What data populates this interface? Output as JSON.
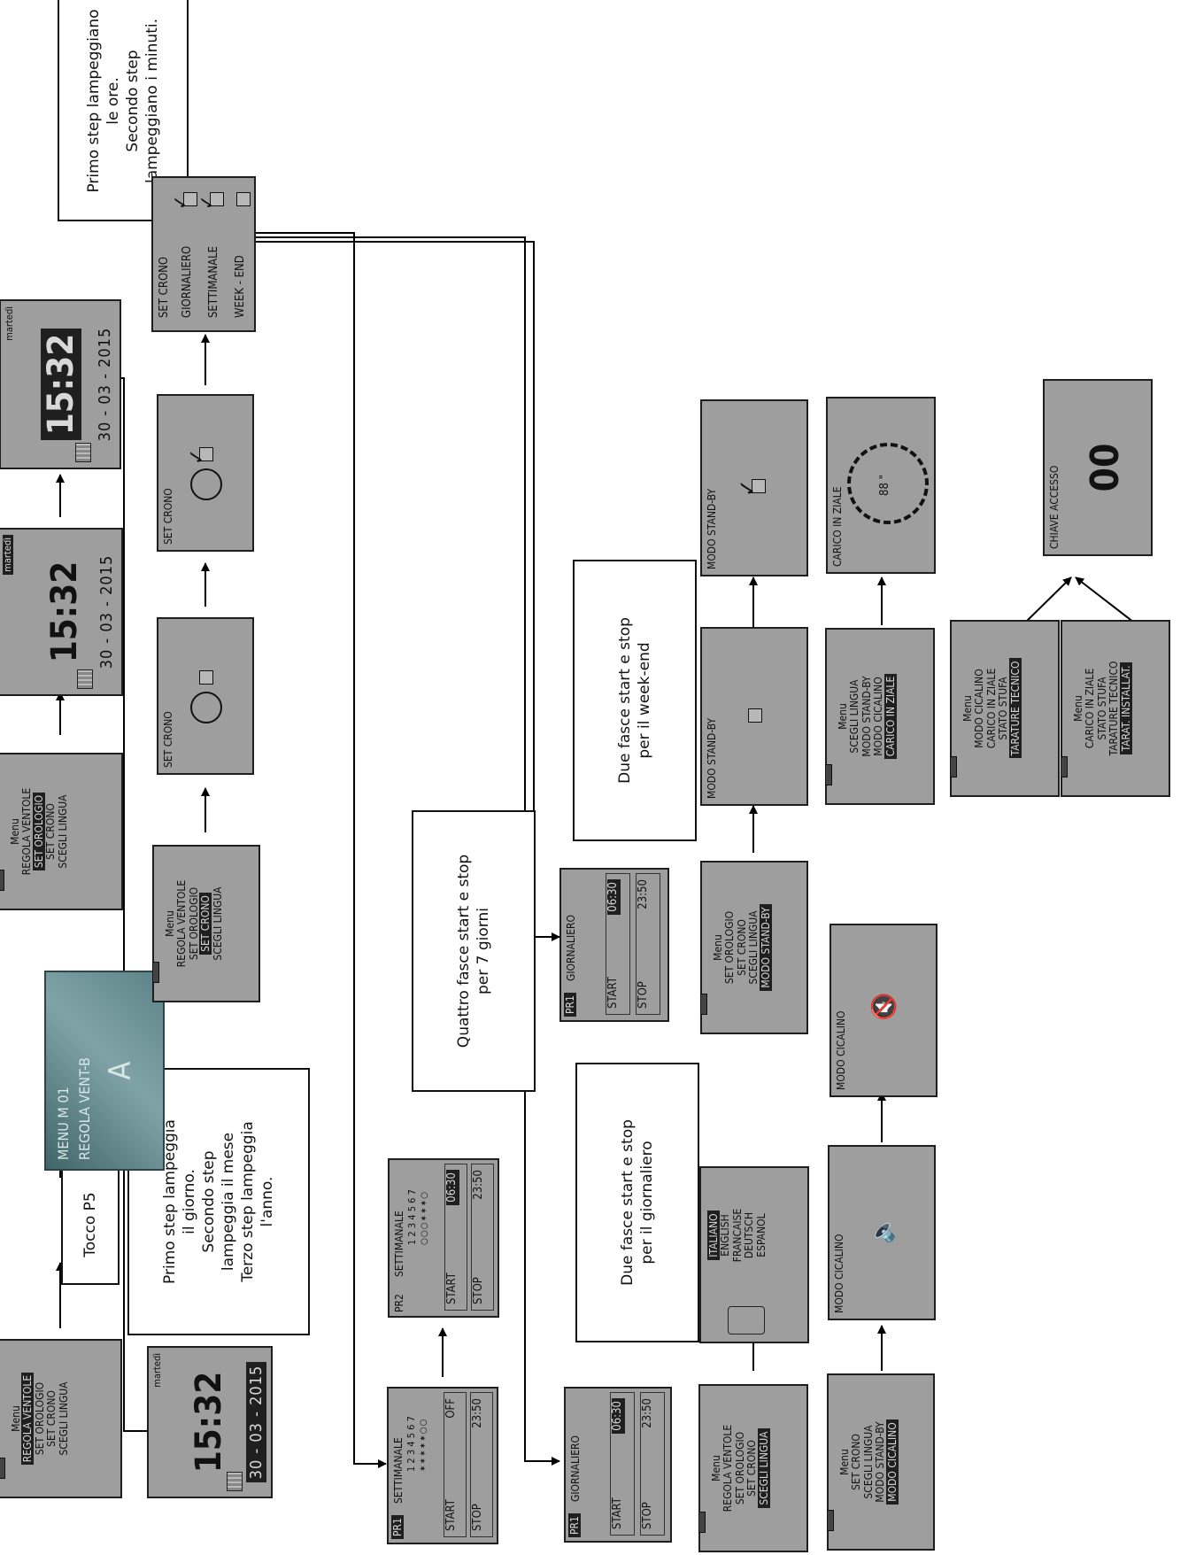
{
  "notes": {
    "tocco_p5": "Tocco P5",
    "clock_time_steps": "Primo step lampeggiano\nle ore.\nSecondo step\nlampeggiano i minuti.",
    "date_steps": "Primo step lampeggia\nil giorno.\nSecondo step\nlampeggia il mese\nTerzo step lampeggia\nl'anno.",
    "weekly_note": "Quattro fasce start e stop\nper 7 giorni",
    "daily_note": "Due fasce start e stop\nper il giornaliero",
    "weekend_note": "Due fasce start e stop\nper il week-end"
  },
  "screens": {
    "menu_main": {
      "title": "Menu",
      "items": [
        "REGOLA VENTOLE",
        "SET OROLOGIO",
        "SET CRONO",
        "SCEGLI LINGUA"
      ],
      "selected": 0
    },
    "photo_display": {
      "line1": "MENU M   01",
      "line2": "REGOLA VENT-B",
      "line3": "A"
    },
    "menu_orologio": {
      "title": "Menu",
      "items": [
        "REGOLA VENTOLE",
        "SET OROLOGIO",
        "SET CRONO",
        "SCEGLI LINGUA"
      ],
      "selected": 1
    },
    "clock_a": {
      "weekday": "martedì",
      "time": "15:32",
      "date": "30 - 03 - 2015"
    },
    "clock_b": {
      "weekday": "martedì",
      "time": "15:32",
      "date": "30 - 03 - 2015"
    },
    "clock_c": {
      "weekday": "martedì",
      "time": "15:32",
      "date": "30 - 03 - 2015"
    },
    "menu_crono": {
      "title": "Menu",
      "items": [
        "REGOLA VENTOLE",
        "SET OROLOGIO",
        "SET CRONO",
        "SCEGLI LINGUA"
      ],
      "selected": 2
    },
    "set_crono_off": {
      "title": "SET CRONO"
    },
    "set_crono_on": {
      "title": "SET CRONO"
    },
    "set_crono_list": {
      "items": [
        "SET CRONO",
        "GIORNALIERO",
        "SETTIMANALE",
        "WEEK - END"
      ]
    },
    "settimanale_pr1": {
      "badge": "PR1",
      "title": "SETTIMANALE",
      "days": "1 2 3 4 5 6 7",
      "marks": "✶✶✶✶✶○○",
      "start_label": "START",
      "start_value": "OFF",
      "stop_label": "STOP",
      "stop_value": "23:50"
    },
    "settimanale_pr2": {
      "badge": "PR2",
      "title": "SETTIMANALE",
      "days": "1 2 3 4 5 6 7",
      "marks": "○○○✶✶✶○",
      "start_label": "START",
      "start_value": "06:30",
      "stop_label": "STOP",
      "stop_value": "23:50"
    },
    "giornaliero_a": {
      "badge": "PR1",
      "title": "GIORNALIERO",
      "start_label": "START",
      "start_value": "06:30",
      "stop_label": "STOP",
      "stop_value": "23:50"
    },
    "giornaliero_b": {
      "badge": "PR1",
      "title": "GIORNALIERO",
      "start_label": "START",
      "start_value": "06:30",
      "stop_label": "STOP",
      "stop_value": "23:50"
    },
    "menu_lingua": {
      "title": "Menu",
      "items": [
        "REGOLA VENTOLE",
        "SET OROLOGIO",
        "SET CRONO",
        "SCEGLI LINGUA"
      ],
      "selected": 3
    },
    "languages": {
      "items": [
        "ITALIANO",
        "ENGLISH",
        "FRANCAISE",
        "DEUTSCH",
        "ESPANOL"
      ],
      "selected": 0
    },
    "menu_standby": {
      "title": "Menu",
      "items": [
        "SET OROLOGIO",
        "SET CRONO",
        "SCEGLI LINGUA",
        "MODO STAND-BY"
      ],
      "selected": 3
    },
    "standby_off": {
      "title": "MODO STAND-BY"
    },
    "standby_on": {
      "title": "MODO STAND-BY"
    },
    "menu_cicalino": {
      "title": "Menu",
      "items": [
        "SET CRONO",
        "SCEGLI LINGUA",
        "MODO STAND-BY",
        "MODO CICALINO"
      ],
      "selected": 3
    },
    "cicalino_on": {
      "title": "MODO CICALINO"
    },
    "cicalino_off": {
      "title": "MODO CICALINO"
    },
    "menu_carico": {
      "title": "Menu",
      "items": [
        "SCEGLI LINGUA",
        "MODO STAND-BY",
        "MODO CICALINO",
        "CARICO IN ZIALE"
      ],
      "selected": 3
    },
    "carico": {
      "title": "CARICO IN ZIALE",
      "value": "88 \""
    },
    "menu_tarature": {
      "title": "Menu",
      "items": [
        "MODO CICALINO",
        "CARICO IN ZIALE",
        "STATO STUFA",
        "TARATURE TECNICO"
      ],
      "selected": 3
    },
    "menu_installat": {
      "title": "Menu",
      "items": [
        "CARICO IN ZIALE",
        "STATO STUFA",
        "TARATURE TECNICO",
        "TARAT. INSTALLAT."
      ],
      "selected": 3
    },
    "chiave": {
      "title": "CHIAVE ACCESSO",
      "value": "00"
    }
  }
}
